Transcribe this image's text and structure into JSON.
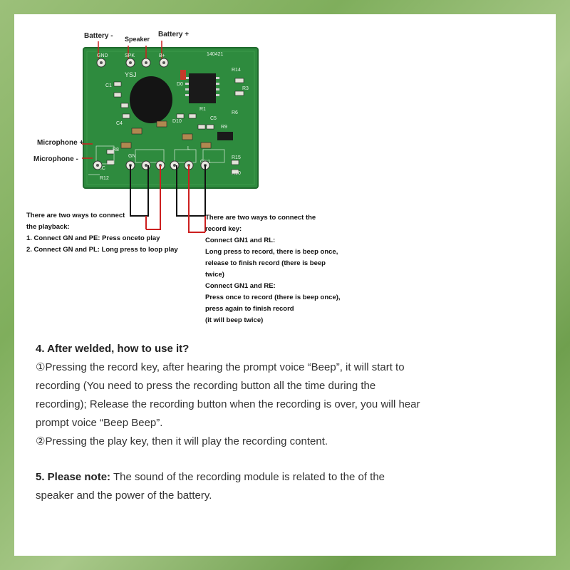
{
  "pins": {
    "battery_minus": "Battery -",
    "speaker": "Speaker",
    "battery_plus": "Battery +",
    "microphone_plus": "Microphone +",
    "microphone_minus": "Microphone -"
  },
  "board": {
    "silk_top": [
      "GND",
      "SPK",
      "B+"
    ],
    "silk_code": "140421",
    "silk_brand": "YSJ",
    "silk_bottom": [
      "GN",
      "GN1",
      "MIC",
      "R12",
      "R8",
      "R15",
      "R10",
      "L",
      "R3",
      "C1",
      "C4",
      "R1",
      "R14",
      "R6",
      "R9",
      "D0",
      "D10",
      "C5"
    ],
    "board_color": "#2e8b3e",
    "wire_black": "#111111",
    "wire_red": "#cc1f1f"
  },
  "playback_note": {
    "lines": [
      "There are two ways to connect",
      "the playback:",
      "1. Connect GN and PE: Press onceto play",
      "2. Connect GN and PL: Long press to loop play"
    ]
  },
  "record_note": {
    "lines": [
      "There are two ways to connect the",
      "record key:",
      "Connect GN1 and RL:",
      "Long press to record, there is beep once,",
      "release to finish record (there is beep",
      "twice)",
      "Connect GN1 and RE:",
      "Press once to record (there is beep once),",
      "press again to finish record",
      "(it will beep twice)"
    ]
  },
  "instructions": {
    "heading": "4. After welded, how to use it?",
    "step1_lines": [
      "①Pressing the record key, after hearing the prompt voice “Beep”, it will start to",
      "recording (You need to press the recording button all the time during the",
      "recording); Release the recording button when the recording is over, you will hear",
      "prompt voice “Beep Beep”."
    ],
    "step2": "②Pressing the play key, then it will play the recording content.",
    "note_heading": "5. Please note:",
    "note_text_1": " The sound  of the recording module is related to the  of the",
    "note_text_2": "speaker and the power of the battery."
  }
}
